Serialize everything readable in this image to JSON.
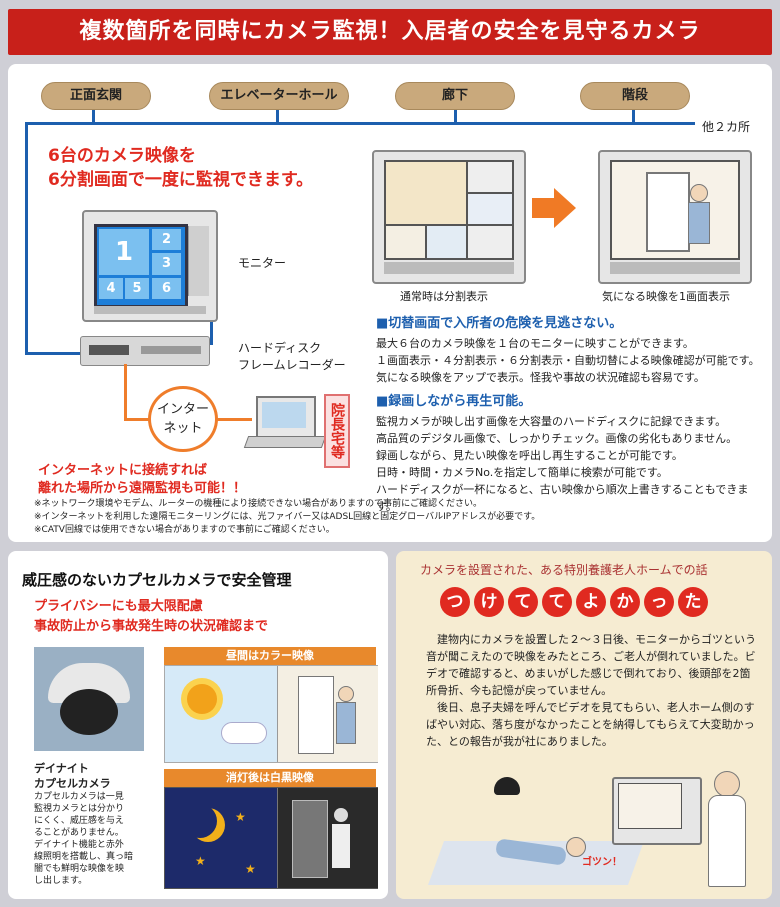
{
  "banner": "複数箇所を同時にカメラ監視！入居者の安全を見守るカメラ",
  "locations": [
    "正面玄関",
    "エレベーターホール",
    "廊下",
    "階段"
  ],
  "other_locations": "他２カ所",
  "headline": [
    "6台のカメラ映像を",
    "6分割画面で一度に監視できます。"
  ],
  "monitor_label": "モニター",
  "monitor_numbers": [
    "1",
    "2",
    "3",
    "4",
    "5",
    "6"
  ],
  "recorder_label": [
    "ハードディスク",
    "フレームレコーダー"
  ],
  "internet_label": [
    "インター",
    "ネット"
  ],
  "director_label": "院長宅等",
  "remote_text": [
    "インターネットに接続すれば",
    "離れた場所から遠隔監視も可能！！"
  ],
  "caption_split": "通常時は分割表示",
  "caption_single": "気になる映像を1画面表示",
  "section1": {
    "title": "■切替画面で入所者の危険を見逃さない。",
    "lines": [
      "最大６台のカメラ映像を１台のモニターに映すことができます。",
      "１画面表示・４分割表示・６分割表示・自動切替による映像確認が可能です。",
      "気になる映像をアップで表示。怪我や事故の状況確認も容易です。"
    ]
  },
  "section2": {
    "title": "■録画しながら再生可能。",
    "lines": [
      "監視カメラが映し出す画像を大容量のハードディスクに記録できます。",
      "高品質のデジタル画像で、しっかりチェック。画像の劣化もありません。",
      "録画しながら、見たい映像を呼出し再生することが可能です。",
      "日時・時間・カメラNo.を指定して簡単に検索が可能です。",
      "ハードディスクが一杯になると、古い映像から順次上書きすることもできます。"
    ]
  },
  "notes": [
    "※ネットワーク環境やモデム、ルーターの機種により接続できない場合がありますので事前にご確認ください。",
    "※インターネットを利用した遠隔モニターリングには、光ファイバー又はADSL回線と固定グローバルIPアドレスが必要です。",
    "※CATV回線では使用できない場合がありますので事前にご確認ください。"
  ],
  "capsule": {
    "title": "威圧感のないカプセルカメラで安全管理",
    "subtitle": [
      "プライバシーにも最大限配慮",
      "事故防止から事故発生時の状況確認まで"
    ],
    "day_label": "昼間はカラー映像",
    "night_label": "消灯後は白黒映像",
    "camera_name": [
      "デイナイト",
      "カプセルカメラ"
    ],
    "camera_desc": [
      "カプセルカメラは一見",
      "監視カメラとは分かり",
      "にくく、威圧感を与え",
      "ることがありません。",
      "デイナイト機能と赤外",
      "線照明を搭載し、真っ暗",
      "闇でも鮮明な映像を映",
      "し出します。"
    ]
  },
  "story": {
    "title": "カメラを設置された、ある特別養護老人ホームでの話",
    "chars": [
      "つ",
      "け",
      "て",
      "て",
      "よ",
      "か",
      "っ",
      "た"
    ],
    "paragraphs": [
      "建物内にカメラを設置した２～３日後、モニターからゴツという音が聞こえたので映像をみたところ、ご老人が倒れていました。ビデオで確認すると、めまいがした感じで倒れており、後頭部を2箇所骨折、今も記憶が戻っていません。",
      "後日、息子夫婦を呼んでビデオを見てもらい、老人ホーム側のすばやい対応、落ち度がなかったことを納得してもらえて大変助かった、との報告が我が社にありました。"
    ],
    "sound": "ゴツン！"
  },
  "colors": {
    "banner": "#c8201a",
    "blue": "#1d5fae",
    "orange": "#ef7d2b",
    "red": "#e02a20"
  }
}
